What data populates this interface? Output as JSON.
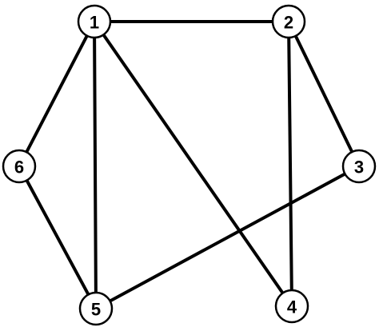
{
  "graph": {
    "nodes": [
      {
        "id": "1",
        "label": "1"
      },
      {
        "id": "2",
        "label": "2"
      },
      {
        "id": "3",
        "label": "3"
      },
      {
        "id": "4",
        "label": "4"
      },
      {
        "id": "5",
        "label": "5"
      },
      {
        "id": "6",
        "label": "6"
      }
    ],
    "edges": [
      {
        "from": "1",
        "to": "2"
      },
      {
        "from": "1",
        "to": "6"
      },
      {
        "from": "1",
        "to": "5"
      },
      {
        "from": "1",
        "to": "4"
      },
      {
        "from": "2",
        "to": "3"
      },
      {
        "from": "2",
        "to": "4"
      },
      {
        "from": "3",
        "to": "5"
      },
      {
        "from": "6",
        "to": "5"
      }
    ],
    "colors": {
      "stroke": "#000000",
      "node_fill": "#ffffff"
    }
  }
}
